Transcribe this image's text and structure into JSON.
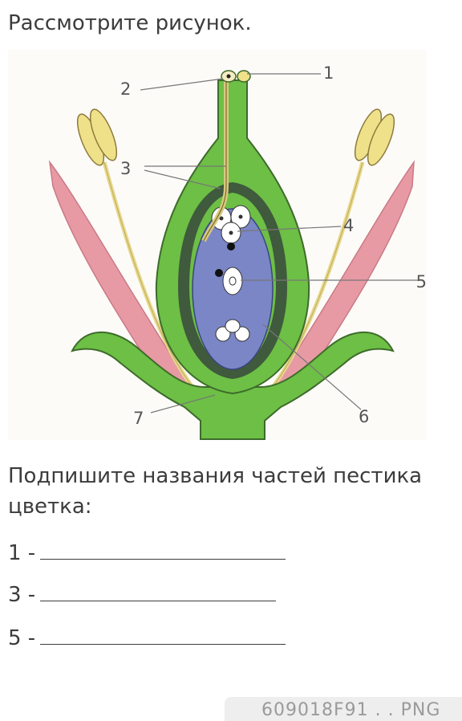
{
  "heading": "Рассмотрите рисунок.",
  "diagram": {
    "labels": [
      "1",
      "2",
      "3",
      "4",
      "5",
      "6",
      "7"
    ]
  },
  "task": "Подпишите названия частей пестика цветка:",
  "answers": [
    {
      "label": "1 -"
    },
    {
      "label": "3 -"
    },
    {
      "label": "5 -"
    }
  ],
  "watermark": "609018F91 . . PNG",
  "colors": {
    "ovary_green": "#6dbf45",
    "ovule_blue": "#7a86c6",
    "petal_pink": "#e89aa4",
    "anther_yellow": "#efe08a",
    "dark_band": "#3f5a3c"
  }
}
